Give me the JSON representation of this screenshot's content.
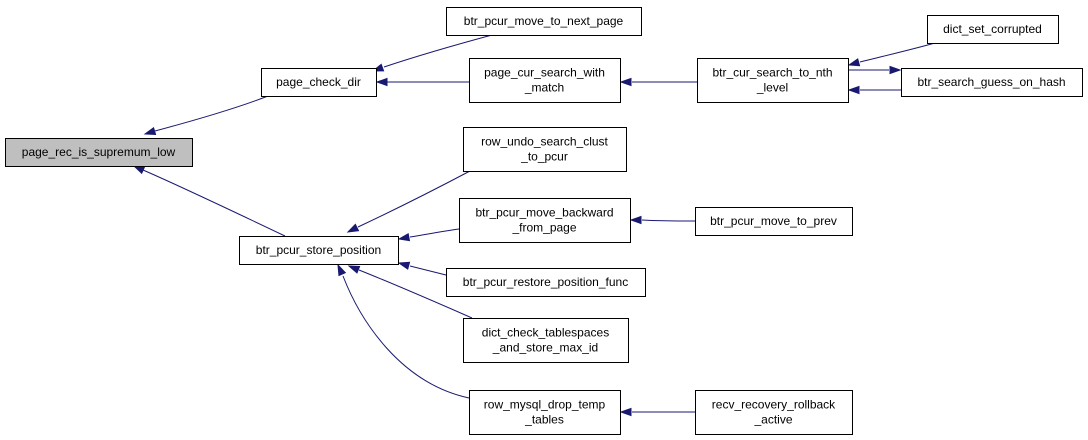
{
  "nodes": [
    {
      "id": "root",
      "lines": [
        "page_rec_is_supremum_low"
      ],
      "highlight": true
    },
    {
      "id": "check_dir",
      "lines": [
        "page_check_dir"
      ]
    },
    {
      "id": "store_pos",
      "lines": [
        "btr_pcur_store_position"
      ]
    },
    {
      "id": "next_page",
      "lines": [
        "btr_pcur_move_to_next_page"
      ]
    },
    {
      "id": "cur_search",
      "lines": [
        "page_cur_search_with",
        "_match"
      ]
    },
    {
      "id": "search_nth",
      "lines": [
        "btr_cur_search_to_nth",
        "_level"
      ]
    },
    {
      "id": "set_corrupt",
      "lines": [
        "dict_set_corrupted"
      ]
    },
    {
      "id": "guess_hash",
      "lines": [
        "btr_search_guess_on_hash"
      ]
    },
    {
      "id": "undo_search",
      "lines": [
        "row_undo_search_clust",
        "_to_pcur"
      ]
    },
    {
      "id": "move_back",
      "lines": [
        "btr_pcur_move_backward",
        "_from_page"
      ]
    },
    {
      "id": "move_prev",
      "lines": [
        "btr_pcur_move_to_prev"
      ]
    },
    {
      "id": "restore",
      "lines": [
        "btr_pcur_restore_position_func"
      ]
    },
    {
      "id": "check_ts",
      "lines": [
        "dict_check_tablespaces",
        "_and_store_max_id"
      ]
    },
    {
      "id": "drop_temp",
      "lines": [
        "row_mysql_drop_temp",
        "_tables"
      ]
    },
    {
      "id": "rollback",
      "lines": [
        "recv_recovery_rollback",
        "_active"
      ]
    }
  ],
  "edges": [
    {
      "from": "check_dir",
      "to": "root"
    },
    {
      "from": "store_pos",
      "to": "root"
    },
    {
      "from": "next_page",
      "to": "check_dir"
    },
    {
      "from": "cur_search",
      "to": "check_dir"
    },
    {
      "from": "search_nth",
      "to": "cur_search"
    },
    {
      "from": "set_corrupt",
      "to": "search_nth"
    },
    {
      "from": "guess_hash",
      "to": "search_nth"
    },
    {
      "from": "search_nth",
      "to": "guess_hash"
    },
    {
      "from": "undo_search",
      "to": "store_pos"
    },
    {
      "from": "move_back",
      "to": "store_pos"
    },
    {
      "from": "restore",
      "to": "store_pos"
    },
    {
      "from": "check_ts",
      "to": "store_pos"
    },
    {
      "from": "drop_temp",
      "to": "store_pos"
    },
    {
      "from": "move_prev",
      "to": "move_back"
    },
    {
      "from": "rollback",
      "to": "drop_temp"
    }
  ],
  "colors": {
    "edge": "#191970",
    "root_fill": "#bfbfbf",
    "node_fill": "#ffffff"
  }
}
